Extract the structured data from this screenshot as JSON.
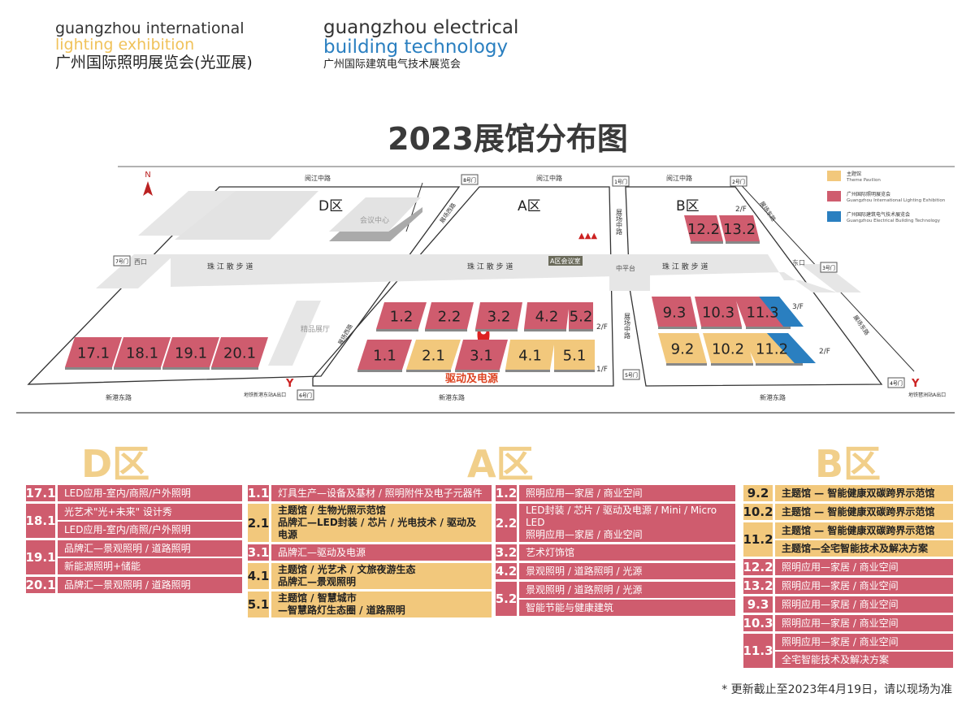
{
  "logo_lighting": {
    "line1": "guangzhou international",
    "line2": "lighting exhibition",
    "line3": "广州国际照明展览会(光亚展)"
  },
  "logo_building": {
    "line1": "guangzhou electrical",
    "line2": "building technology",
    "line3": "广州国际建筑电气技术展览会"
  },
  "title": "2023展馆分布图",
  "colors": {
    "theme": "#f2c87c",
    "lighting": "#cf5c6e",
    "building": "#2a7fc0"
  },
  "map": {
    "north": "N",
    "zones": {
      "d": "D区",
      "a": "A区",
      "b": "B区"
    },
    "roads": {
      "top": "阅江中路",
      "bottom": "新港东路",
      "promenade": "珠 江 散 步 道",
      "mid_road": "展场中路",
      "east_road": "展场东路",
      "west_road": "展场西路"
    },
    "places": {
      "conference": "会议中心",
      "boutique": "精品展厅",
      "a_meeting": "A区会议室",
      "platform": "中平台",
      "west_exit": "西口",
      "east_exit": "东口",
      "metro_west": "地铁新港东站A出口",
      "metro_east": "地铁琶洲站A出口",
      "highlight": "驱动及电源"
    },
    "gates": [
      "1号门",
      "2号门",
      "3号门",
      "4号门",
      "5号门",
      "6号门",
      "7号门",
      "8号门"
    ],
    "floors": {
      "f1": "1/F",
      "f2": "2/F",
      "f3": "3/F"
    },
    "halls": [
      {
        "label": "17.1",
        "type": "lighting"
      },
      {
        "label": "18.1",
        "type": "lighting"
      },
      {
        "label": "19.1",
        "type": "lighting"
      },
      {
        "label": "20.1",
        "type": "lighting"
      },
      {
        "label": "1.1",
        "type": "lighting"
      },
      {
        "label": "2.1",
        "type": "theme"
      },
      {
        "label": "3.1",
        "type": "lighting"
      },
      {
        "label": "4.1",
        "type": "theme"
      },
      {
        "label": "5.1",
        "type": "theme"
      },
      {
        "label": "1.2",
        "type": "lighting"
      },
      {
        "label": "2.2",
        "type": "lighting"
      },
      {
        "label": "3.2",
        "type": "lighting"
      },
      {
        "label": "4.2",
        "type": "lighting"
      },
      {
        "label": "5.2",
        "type": "lighting"
      },
      {
        "label": "12.2",
        "type": "lighting"
      },
      {
        "label": "13.2",
        "type": "lighting"
      },
      {
        "label": "9.3",
        "type": "lighting"
      },
      {
        "label": "10.3",
        "type": "lighting"
      },
      {
        "label": "11.3",
        "type": "lighting+building"
      },
      {
        "label": "9.2",
        "type": "theme"
      },
      {
        "label": "10.2",
        "type": "theme"
      },
      {
        "label": "11.2",
        "type": "theme+building"
      }
    ],
    "legend": [
      {
        "cn": "主题馆",
        "en": "Theme Pavilion",
        "type": "theme"
      },
      {
        "cn": "广州国际照明展览会",
        "en": "Guangzhou International Lighting Exhibition",
        "type": "lighting"
      },
      {
        "cn": "广州国际建筑电气技术展览会",
        "en": "Guangzhou Electrical Building Technology",
        "type": "building"
      }
    ]
  },
  "tables": {
    "d": {
      "heading": "D区",
      "rows": [
        {
          "hall": "17.1",
          "style": "p",
          "items": [
            "LED应用-室内/商照/户外照明"
          ]
        },
        {
          "hall": "18.1",
          "style": "p",
          "items": [
            "光艺术\"光+未来\" 设计秀",
            "LED应用-室内/商照/户外照明"
          ]
        },
        {
          "hall": "19.1",
          "style": "p",
          "items": [
            "品牌汇—景观照明 / 道路照明",
            "新能源照明+储能"
          ]
        },
        {
          "hall": "20.1",
          "style": "p",
          "items": [
            "品牌汇—景观照明 / 道路照明"
          ]
        }
      ]
    },
    "a1": {
      "heading": "A区",
      "rows": [
        {
          "hall": "1.1",
          "style": "p",
          "items": [
            "灯具生产—设备及基材 / 照明附件及电子元器件"
          ]
        },
        {
          "hall": "2.1",
          "style": "y",
          "items": [
            "主题馆 / 生物光照示范馆\n品牌汇—LED封装 / 芯片 / 光电技术 / 驱动及电源"
          ]
        },
        {
          "hall": "3.1",
          "style": "p",
          "items": [
            "品牌汇—驱动及电源"
          ]
        },
        {
          "hall": "4.1",
          "style": "y",
          "items": [
            "主题馆 / 光艺术 / 文旅夜游生态\n品牌汇—景观照明"
          ]
        },
        {
          "hall": "5.1",
          "style": "y",
          "items": [
            "主题馆 / 智慧城市\n—智慧路灯生态圈 / 道路照明"
          ]
        }
      ]
    },
    "a2": {
      "rows": [
        {
          "hall": "1.2",
          "style": "p",
          "items": [
            "照明应用—家居 / 商业空间"
          ]
        },
        {
          "hall": "2.2",
          "style": "p",
          "items": [
            "LED封装 / 芯片 / 驱动及电源 / Mini / Micro LED\n照明应用—家居 / 商业空间"
          ]
        },
        {
          "hall": "3.2",
          "style": "p",
          "items": [
            "艺术灯饰馆"
          ]
        },
        {
          "hall": "4.2",
          "style": "p",
          "items": [
            "景观照明 / 道路照明 / 光源"
          ]
        },
        {
          "hall": "5.2",
          "style": "p",
          "items": [
            "景观照明 / 道路照明 / 光源",
            "智能节能与健康建筑"
          ]
        }
      ]
    },
    "b": {
      "heading": "B区",
      "rows": [
        {
          "hall": "9.2",
          "style": "y",
          "items": [
            "主题馆 — 智能健康双碳跨界示范馆"
          ]
        },
        {
          "hall": "10.2",
          "style": "y",
          "items": [
            "主题馆 — 智能健康双碳跨界示范馆"
          ]
        },
        {
          "hall": "11.2",
          "style": "y",
          "items": [
            "主题馆 — 智能健康双碳跨界示范馆",
            "主题馆—全宅智能技术及解决方案"
          ]
        },
        {
          "hall": "12.2",
          "style": "p",
          "items": [
            "照明应用—家居 / 商业空间"
          ]
        },
        {
          "hall": "13.2",
          "style": "p",
          "items": [
            "照明应用—家居 / 商业空间"
          ]
        },
        {
          "hall": "9.3",
          "style": "p",
          "items": [
            "照明应用—家居 / 商业空间"
          ]
        },
        {
          "hall": "10.3",
          "style": "p",
          "items": [
            "照明应用—家居 / 商业空间"
          ]
        },
        {
          "hall": "11.3",
          "style": "p",
          "items": [
            "照明应用—家居 / 商业空间",
            "全宅智能技术及解决方案"
          ]
        }
      ]
    }
  },
  "note": "* 更新截止至2023年4月19日，请以现场为准"
}
